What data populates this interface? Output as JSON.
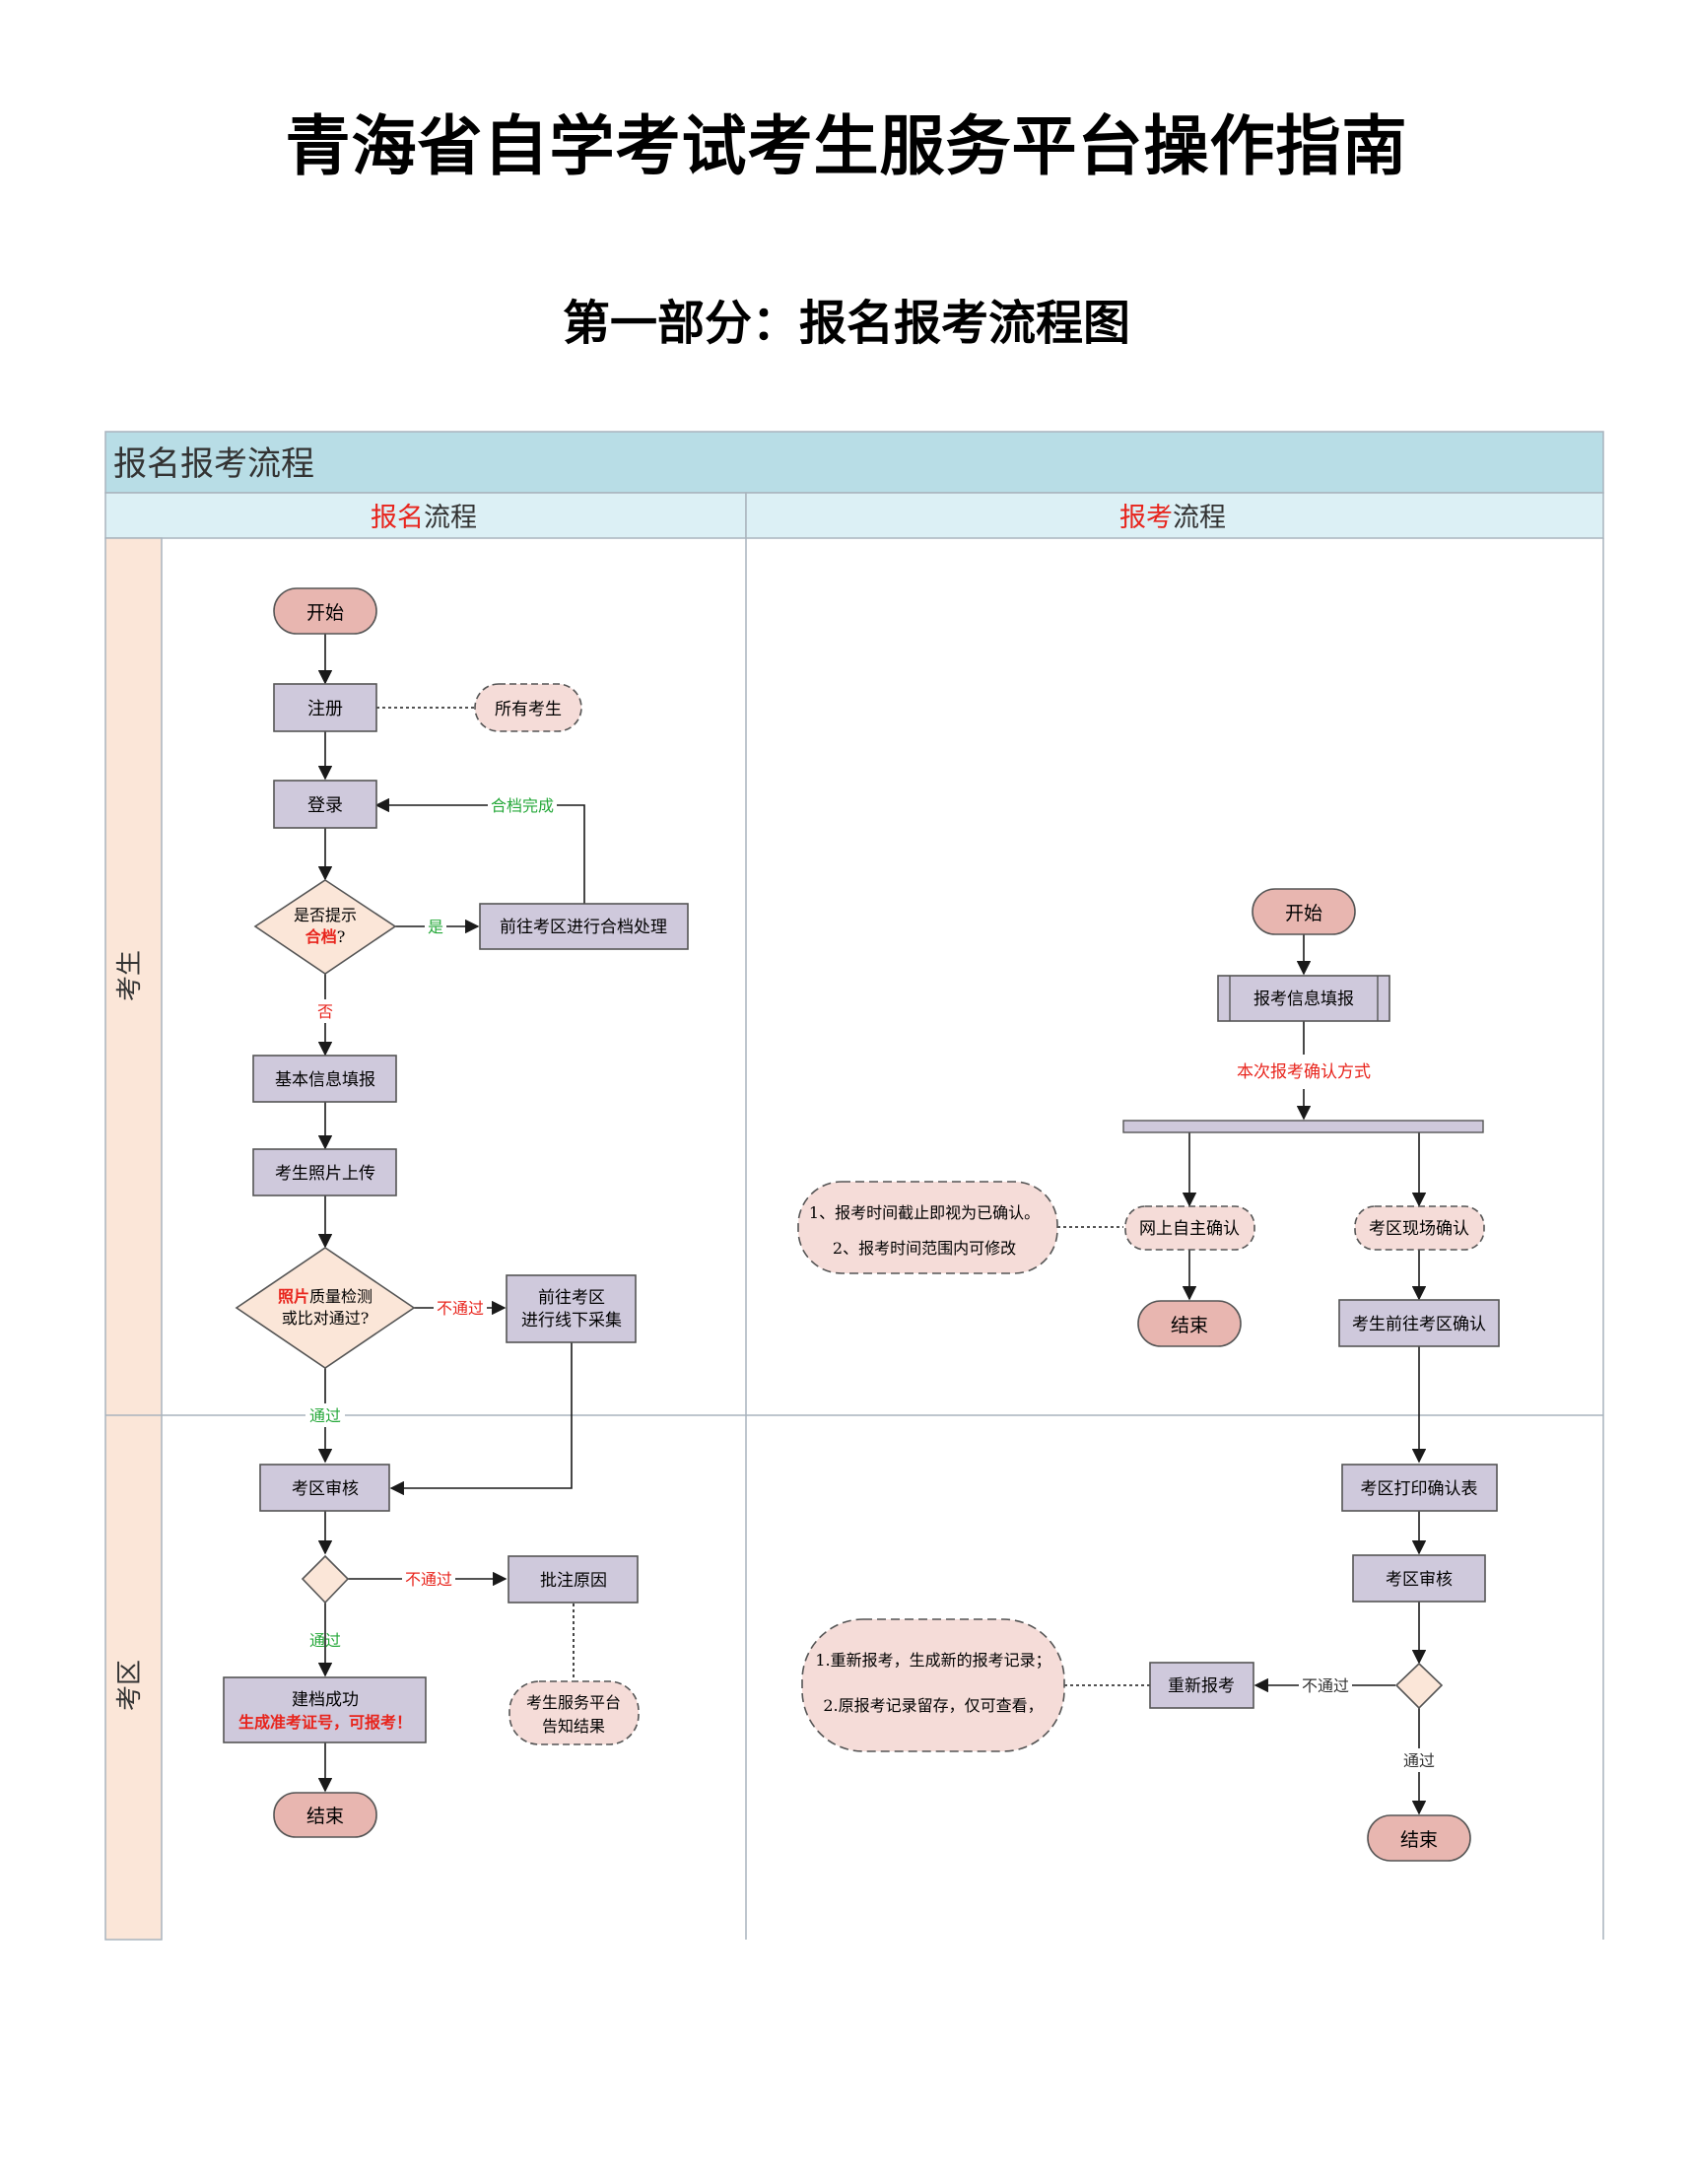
{
  "document": {
    "title": "青海省自学考试考生服务平台操作指南",
    "subtitle": "第一部分：报名报考流程图"
  },
  "diagram": {
    "title": "报名报考流程",
    "columns": [
      {
        "accent": "报名",
        "rest": "流程"
      },
      {
        "accent": "报考",
        "rest": "流程"
      }
    ],
    "lanes": [
      "考生",
      "考区"
    ],
    "registration": {
      "start": "开始",
      "register": "注册",
      "all_candidates": "所有考生",
      "login": "登录",
      "decision_archive": {
        "line1": "是否提示",
        "accent": "合档",
        "suffix": "?"
      },
      "yes_label": "是",
      "go_archive": "前往考区进行合档处理",
      "archive_done": "合档完成",
      "no_label": "否",
      "basic_info": "基本信息填报",
      "photo_upload": "考生照片上传",
      "decision_photo": {
        "accent": "照片",
        "line1_rest": "质量检测",
        "line2": "或比对通过?"
      },
      "fail_label": "不通过",
      "offline": {
        "line1": "前往考区",
        "line2": "进行线下采集"
      },
      "pass_label": "通过",
      "district_review": "考区审核",
      "fail_label2": "不通过",
      "note_reason": "批注原因",
      "pass_label2": "通过",
      "success": {
        "line1": "建档成功",
        "line2": "生成准考证号，可报考！"
      },
      "notify": {
        "line1": "考生服务平台",
        "line2": "告知结果"
      },
      "end": "结束"
    },
    "application": {
      "start": "开始",
      "fill": "报考信息填报",
      "confirm_method": "本次报考确认方式",
      "online_confirm": "网上自主确认",
      "note_online": {
        "line1": "1、报考时间截止即视为已确认。",
        "line2": "2、报考时间范围内可修改"
      },
      "end_online": "结束",
      "onsite_confirm": "考区现场确认",
      "go_district": "考生前往考区确认",
      "print_form": "考区打印确认表",
      "district_review": "考区审核",
      "fail_label": "不通过",
      "reapply": "重新报考",
      "note_reapply": {
        "line1": "1.重新报考，生成新的报考记录；",
        "line2": "2.原报考记录留存，仅可查看，"
      },
      "pass_label": "通过",
      "end": "结束"
    },
    "colors": {
      "header_bg": "#b8dde6",
      "subheader_bg": "#dcf0f5",
      "lane_bg": "#fbe6d8",
      "process_fill": "#cfc9dc",
      "terminal_fill": "#e8b6b0",
      "decision_fill": "#fbe6d8",
      "note_fill": "#f5dcd8",
      "accent_red": "#e8241c",
      "accent_green": "#26a83a",
      "border": "#a9b4bd"
    }
  }
}
